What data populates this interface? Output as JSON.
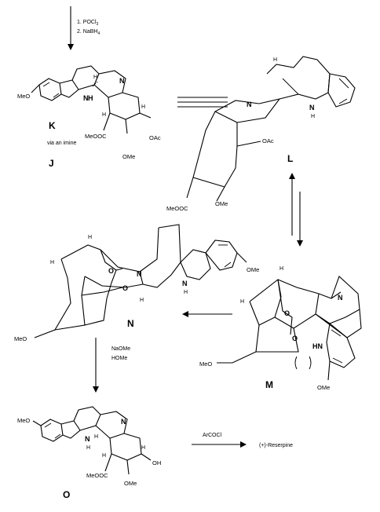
{
  "reagents": {
    "top_step1": "1. POCl",
    "top_step1_sub": "3",
    "top_step2": "2. NaBH",
    "top_step2_sub": "4",
    "naome": "NaOMe",
    "home": "HOMe",
    "arcocl": "ArCOCl"
  },
  "compounds": {
    "K": "K",
    "J": "J",
    "via_imine": "via an imine",
    "L": "L",
    "M": "M",
    "N": "N",
    "O": "O",
    "reserpine": "(+)-Reserpine"
  },
  "groups": {
    "meo": "MeO",
    "ome": "OMe",
    "meooc": "MeOOC",
    "oac": "OAc",
    "oh": "OH",
    "nh": "NH",
    "hn": "HN",
    "n": "N",
    "h": "H",
    "o": "O"
  }
}
